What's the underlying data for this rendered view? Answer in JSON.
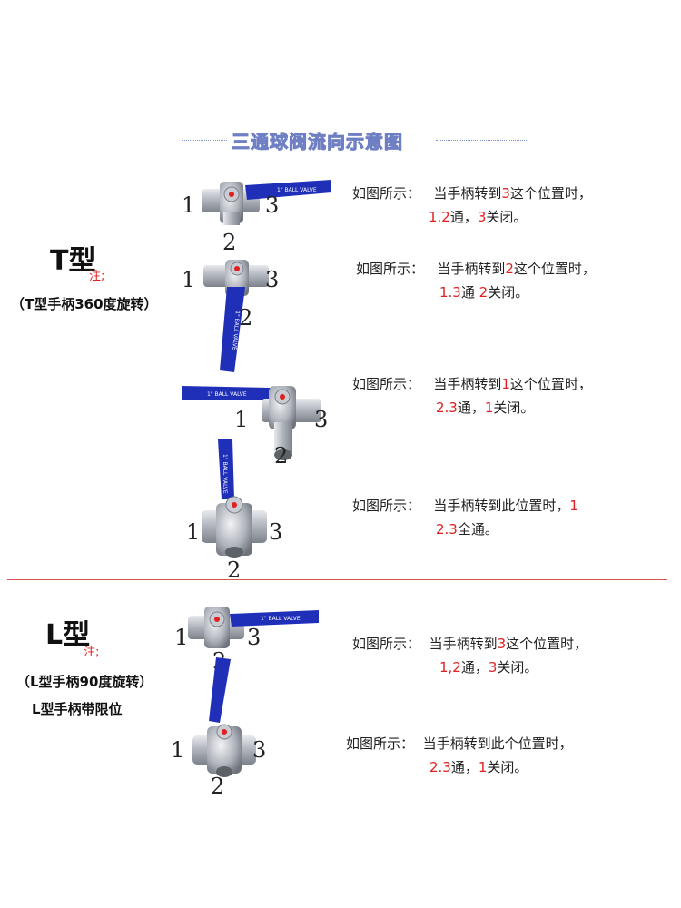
{
  "title": "三通球阀流向示意图",
  "t_section": {
    "label": "T型",
    "note": "注;",
    "paren": "（T型手柄360度旋转）",
    "rows": [
      {
        "ports": [
          "1",
          "3",
          "2"
        ],
        "prefix": "如图所示：",
        "l1a": "当手柄转到",
        "l1n": "3",
        "l1b": "这个位置时，",
        "l2a": "1.2",
        "l2b": "通，",
        "l2n": "3",
        "l2c": "关闭。"
      },
      {
        "ports": [
          "1",
          "3",
          "2"
        ],
        "prefix": "如图所示：",
        "l1a": "当手柄转到",
        "l1n": "2",
        "l1b": "这个位置时，",
        "l2a": "1.3",
        "l2b": "通   ",
        "l2n": "2",
        "l2c": "关闭。"
      },
      {
        "ports": [
          "1",
          "3",
          "2"
        ],
        "prefix": "如图所示：",
        "l1a": "当手柄转到",
        "l1n": "1",
        "l1b": "这个位置时，",
        "l2a": "2.3",
        "l2b": "通，",
        "l2n": "1",
        "l2c": "关闭。"
      },
      {
        "ports": [
          "1",
          "3",
          "2"
        ],
        "prefix": "如图所示：",
        "l1a": "当手柄转到此位置时，",
        "l1n": "1",
        "l1b": "",
        "l2a": "2.3",
        "l2b": "全通。",
        "l2n": "",
        "l2c": ""
      }
    ]
  },
  "l_section": {
    "label": "L型",
    "note": "注;",
    "paren": "（L型手柄90度旋转）",
    "paren2": "L型手柄带限位",
    "rows": [
      {
        "ports": [
          "1",
          "3",
          "2"
        ],
        "prefix": "如图所示：",
        "l1a": "当手柄转到",
        "l1n": "3",
        "l1b": "这个位置时，",
        "l2a": "1,2",
        "l2b": "通，",
        "l2n": "3",
        "l2c": "关闭。"
      },
      {
        "ports": [
          "1",
          "3",
          "2"
        ],
        "prefix": "如图所示：",
        "l1a": "当手柄转到此个位置时，",
        "l1n": "",
        "l1b": "",
        "l2a": "2.3",
        "l2b": "通，",
        "l2n": "1",
        "l2c": "关闭。"
      }
    ]
  },
  "handle_text": "1\" BALL VALVE",
  "colors": {
    "accent_red": "#e02020",
    "handle_blue": "#1f2fb8",
    "steel": "#b8bcc4"
  }
}
